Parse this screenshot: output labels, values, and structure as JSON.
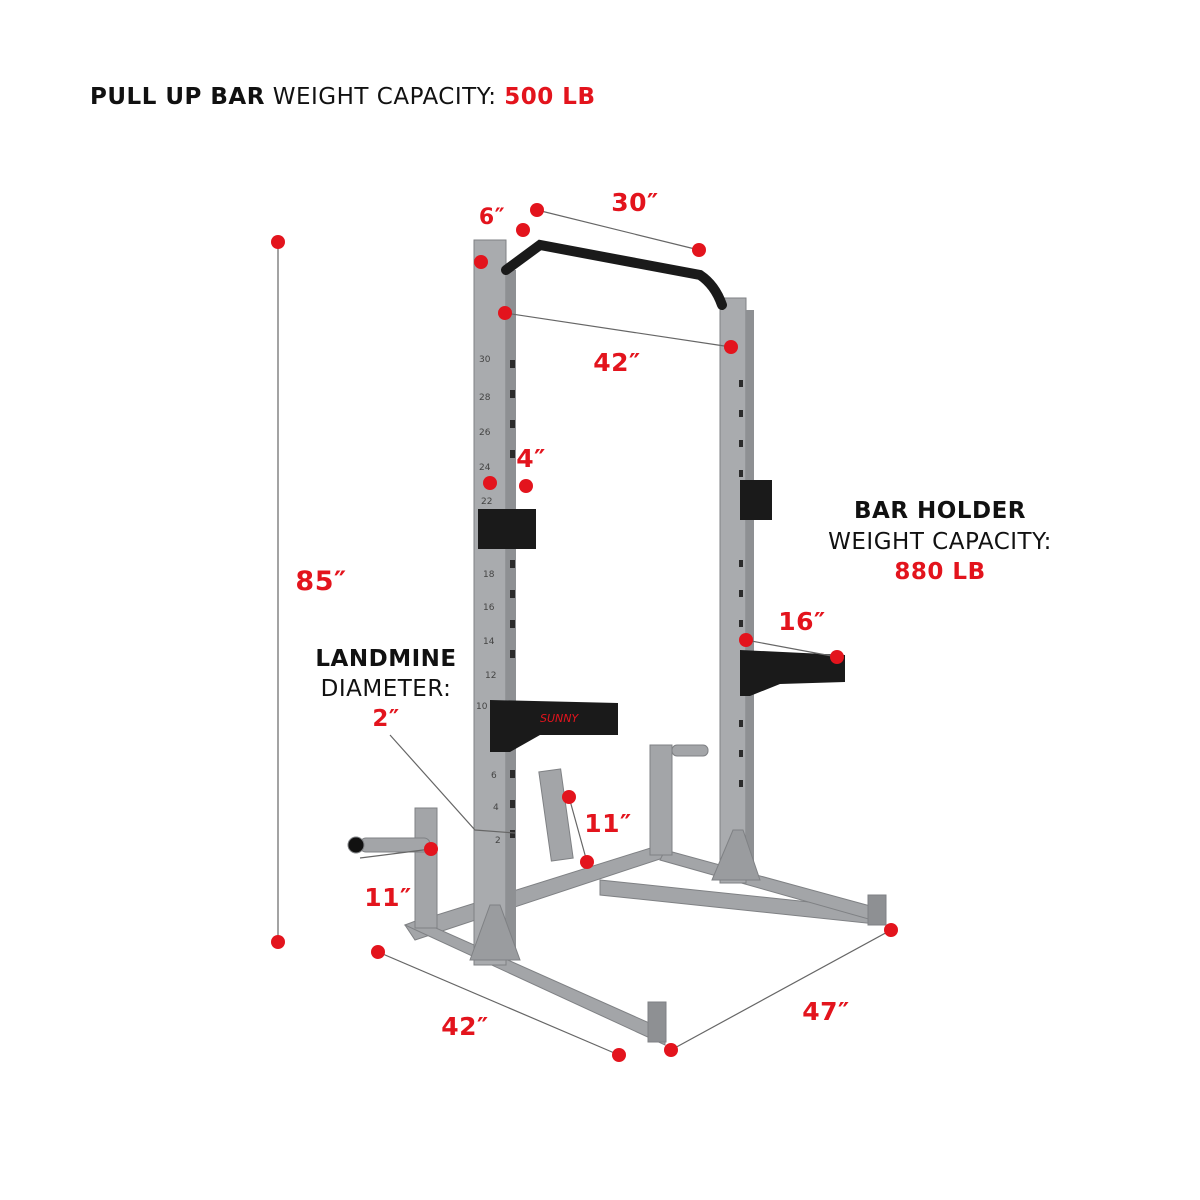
{
  "header": {
    "pull_up_bar_label": "PULL UP BAR",
    "weight_capacity_label": "WEIGHT CAPACITY:",
    "pull_up_capacity": "500 LB"
  },
  "bar_holder": {
    "title": "BAR HOLDER",
    "subtitle": "WEIGHT CAPACITY:",
    "capacity": "880 LB"
  },
  "landmine": {
    "title": "LANDMINE",
    "subtitle": "DIAMETER:",
    "diameter": "2″"
  },
  "dimensions": {
    "pull_up_bar_width": "30″",
    "upright_depth": "6″",
    "inner_width": "42″",
    "j_hook_depth": "4″",
    "height": "85″",
    "safety_arm_length": "16″",
    "landmine_post_height": "11″",
    "plate_post_length": "11″",
    "base_width": "42″",
    "base_depth": "47″"
  },
  "hole_numbers": [
    "30",
    "28",
    "26",
    "24",
    "22",
    "18",
    "16",
    "14",
    "12",
    "10",
    "6",
    "4",
    "2"
  ],
  "brand_logo": "SUNNY",
  "colors": {
    "accent": "#e3141d",
    "frame": "#9a9c9f",
    "attachment": "#1a1a1a"
  }
}
